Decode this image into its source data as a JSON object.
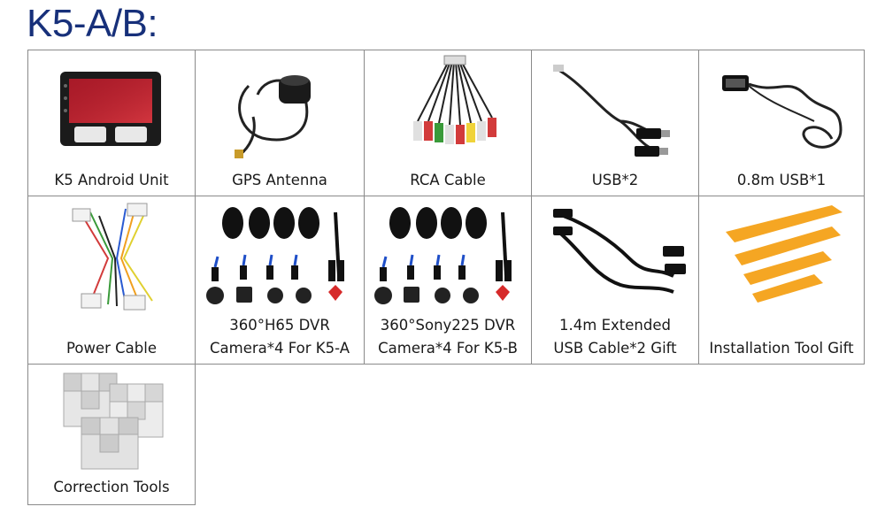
{
  "title": "K5-A/B:",
  "items": [
    {
      "label": "K5 Android Unit",
      "icon": "android-unit-icon"
    },
    {
      "label": "GPS Antenna",
      "icon": "gps-antenna-icon"
    },
    {
      "label": "RCA Cable",
      "icon": "rca-cable-icon"
    },
    {
      "label": "USB*2",
      "icon": "usb-cable-icon"
    },
    {
      "label": "0.8m USB*1",
      "icon": "usb-cable-icon"
    },
    {
      "label": "Power Cable",
      "icon": "power-harness-icon"
    },
    {
      "label": [
        "360°H65 DVR",
        "Camera*4 For K5-A"
      ],
      "icon": "camera-kit-icon"
    },
    {
      "label": [
        "360°Sony225 DVR",
        "Camera*4 For K5-B"
      ],
      "icon": "camera-kit-icon"
    },
    {
      "label": [
        "1.4m Extended",
        "USB Cable*2 Gift"
      ],
      "icon": "usb-extension-icon"
    },
    {
      "label": "Installation Tool Gift",
      "icon": "pry-tools-icon"
    },
    {
      "label": "Correction Tools",
      "icon": "calibration-mats-icon"
    }
  ],
  "colors": {
    "title": "#17307a",
    "border": "#8a8a8a",
    "tool_orange": "#f5a623"
  }
}
